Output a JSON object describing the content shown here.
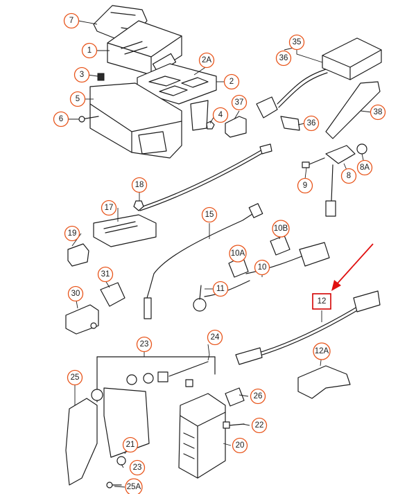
{
  "diagram": {
    "callouts": [
      {
        "label": "7"
      },
      {
        "label": "1"
      },
      {
        "label": "2A"
      },
      {
        "label": "3"
      },
      {
        "label": "2"
      },
      {
        "label": "5"
      },
      {
        "label": "6"
      },
      {
        "label": "4"
      },
      {
        "label": "37"
      },
      {
        "label": "35"
      },
      {
        "label": "36"
      },
      {
        "label": "36"
      },
      {
        "label": "38"
      },
      {
        "label": "18"
      },
      {
        "label": "17"
      },
      {
        "label": "9"
      },
      {
        "label": "8"
      },
      {
        "label": "8A"
      },
      {
        "label": "15"
      },
      {
        "label": "19"
      },
      {
        "label": "10B"
      },
      {
        "label": "10A"
      },
      {
        "label": "31"
      },
      {
        "label": "10"
      },
      {
        "label": "30"
      },
      {
        "label": "11"
      },
      {
        "label": "23"
      },
      {
        "label": "24"
      },
      {
        "label": "12A"
      },
      {
        "label": "25"
      },
      {
        "label": "26"
      },
      {
        "label": "22"
      },
      {
        "label": "21"
      },
      {
        "label": "20"
      },
      {
        "label": "23"
      },
      {
        "label": "25A"
      }
    ],
    "highlight": {
      "label": "12"
    },
    "colors": {
      "callout_outline": "#e8541a",
      "highlight": "#d40000",
      "arrow": "#e01010",
      "line": "#1a1a1a"
    }
  }
}
